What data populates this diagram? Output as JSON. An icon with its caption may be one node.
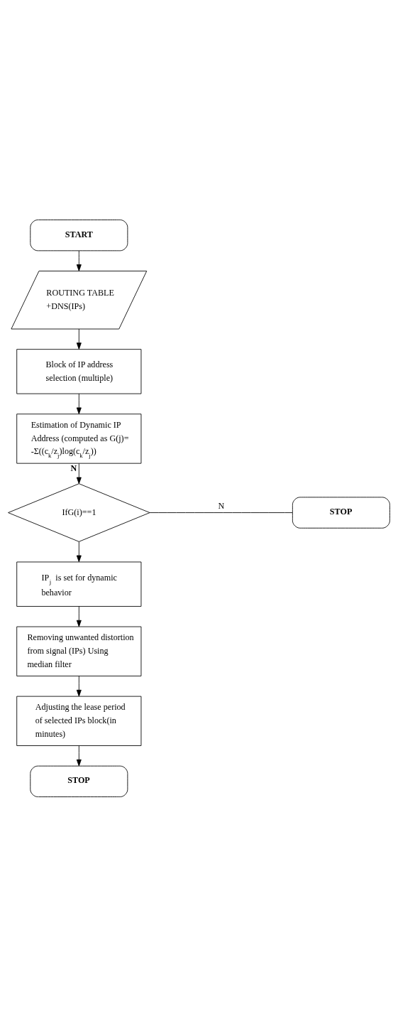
{
  "diagram": {
    "nodes": [
      {
        "text": [
          "START"
        ]
      },
      {
        "text": [
          "ROUTING TABLE +DNS(IPs)"
        ]
      },
      {
        "text": [
          "Block of IP address selection (multiple)"
        ]
      },
      {
        "text": [
          "Estimation of Dynamic IP Address (computed as G(j)= -Σ((c$_{k}$/z$_{j}$)log(c$_{k}$/z$_{j}$))"
        ]
      },
      {
        "text": [
          "IfG(i)==1"
        ]
      },
      {
        "text": [
          "STOP"
        ]
      },
      {
        "text": [
          "IP$_{j}$ is set for dynamic behavior"
        ]
      },
      {
        "text": [
          "Removing unwanted distortion from signal (IPs) Using median filter"
        ]
      },
      {
        "text": [
          "Adjusting the lease period of selected IPs block(in minutes)"
        ]
      },
      {
        "text": [
          "STOP"
        ]
      }
    ],
    "edges": [
      {
        "from": 0,
        "to": 1,
        "arrow": "to"
      },
      {
        "from": 1,
        "to": 2,
        "arrow": "to"
      },
      {
        "from": 2,
        "to": 3,
        "arrow": "to"
      },
      {
        "from": 3,
        "to": 4,
        "arrow": "to",
        "label": "N"
      },
      {
        "from": 4,
        "to": 5,
        "arrow": "none",
        "label": "N"
      },
      {
        "from": 4,
        "to": 6,
        "arrow": "to"
      },
      {
        "from": 6,
        "to": 7,
        "arrow": "to"
      },
      {
        "from": 7,
        "to": 8,
        "arrow": "to"
      },
      {
        "from": 8,
        "to": 9,
        "arrow": "to"
      }
    ]
  }
}
